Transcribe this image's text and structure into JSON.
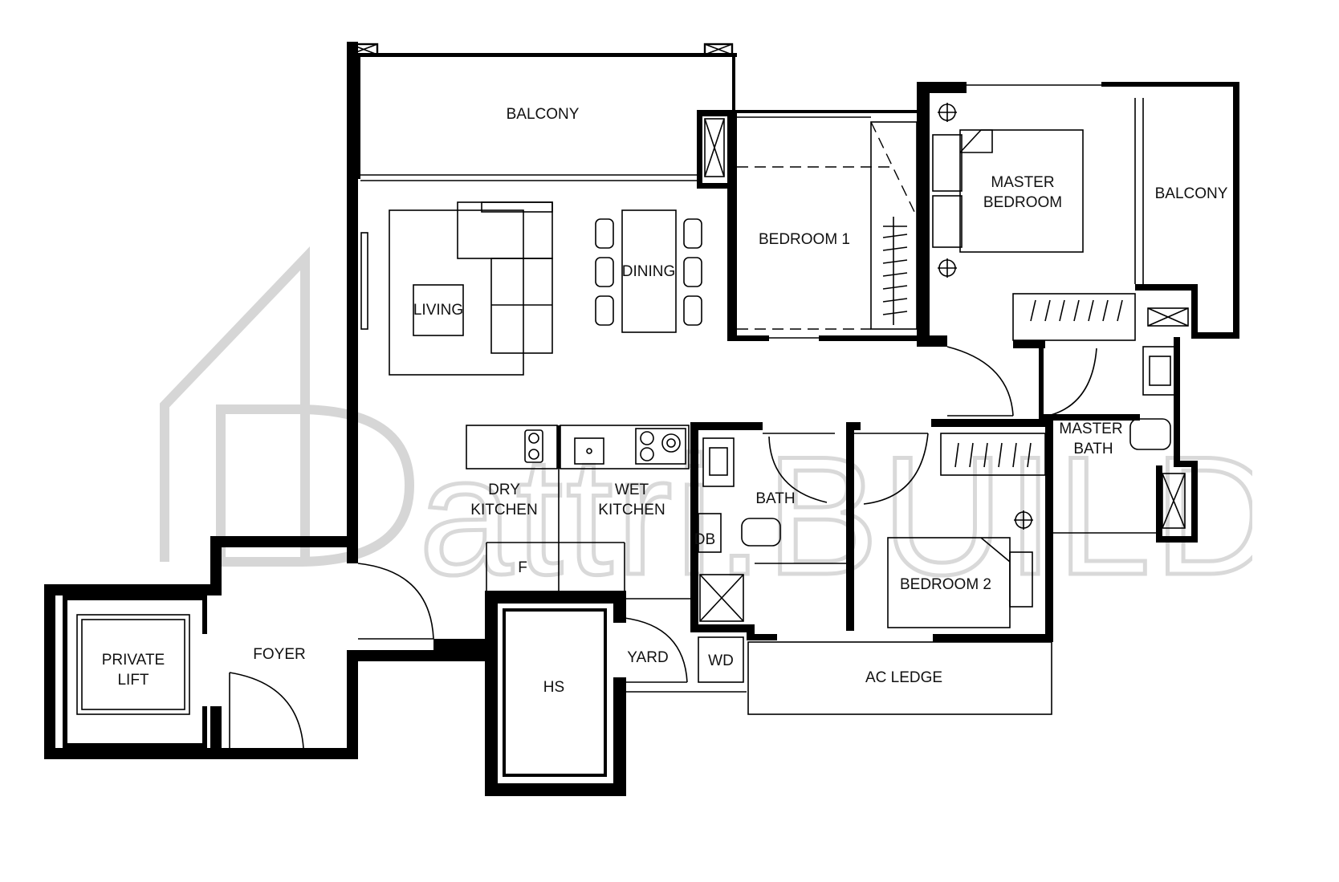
{
  "watermark": {
    "text": "attri.BUILD"
  },
  "rooms": {
    "balcony_top": "BALCONY",
    "balcony_right": "BALCONY",
    "bedroom1": "BEDROOM 1",
    "master_bedroom_l1": "MASTER",
    "master_bedroom_l2": "BEDROOM",
    "living": "LIVING",
    "dining": "DINING",
    "dry_kitchen_l1": "DRY",
    "dry_kitchen_l2": "KITCHEN",
    "wet_kitchen_l1": "WET",
    "wet_kitchen_l2": "KITCHEN",
    "bath": "BATH",
    "master_bath_l1": "MASTER",
    "master_bath_l2": "BATH",
    "db": "DB",
    "fridge": "F",
    "bedroom2": "BEDROOM 2",
    "private_lift_l1": "PRIVATE",
    "private_lift_l2": "LIFT",
    "foyer": "FOYER",
    "hs": "HS",
    "yard": "YARD",
    "wd": "WD",
    "ac_ledge": "AC LEDGE"
  }
}
